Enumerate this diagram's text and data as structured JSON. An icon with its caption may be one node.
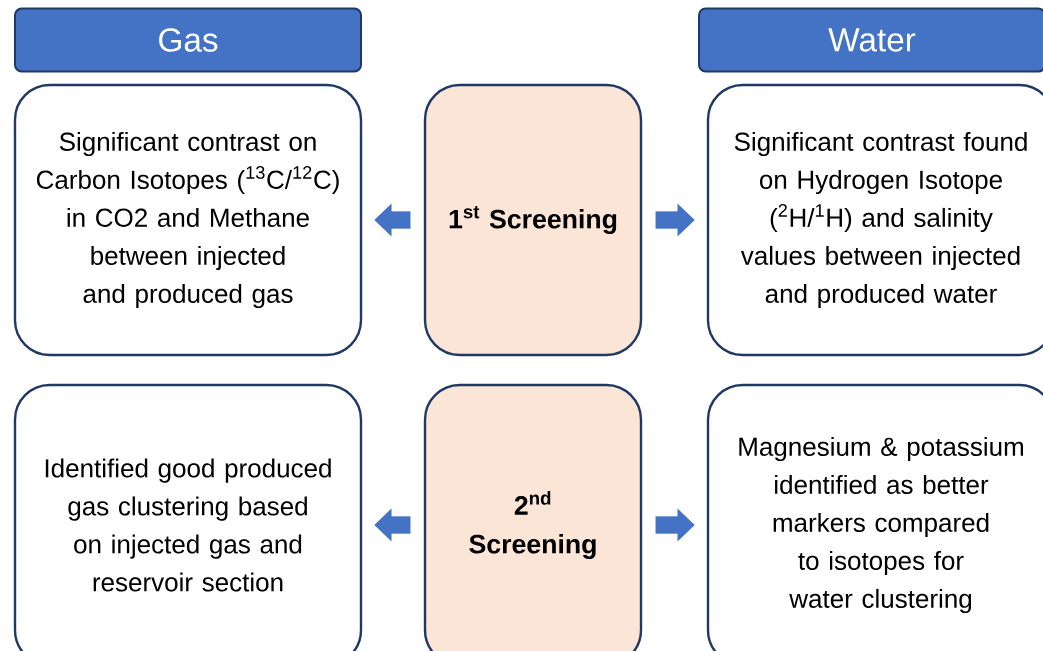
{
  "diagram": {
    "nodes": [
      {
        "text": [
          "Gas"
        ]
      },
      {
        "text": [
          "Water"
        ]
      },
      {
        "text": [
          "Significant contrast on Carbon Isotopes ($^{13}$C/$^{12}$C) in CO2 and Methane between injected and produced gas"
        ]
      },
      {
        "text": [
          "1$^{st}$ Screening"
        ]
      },
      {
        "text": [
          "Significant contrast found on Hydrogen Isotope ($^{2}$H/$^{1}$H) and salinity values between injected and produced water"
        ]
      },
      {
        "text": [
          "Identified good produced gas clustering based on injected gas and reservoir section"
        ]
      },
      {
        "text": [
          "2$^{nd}$ Screening"
        ]
      },
      {
        "text": [
          "Magnesium & potassium identified as better markers compared to isotopes for water clustering"
        ]
      }
    ],
    "edges": [
      {
        "from": 3,
        "to": 2,
        "arrow": "to"
      },
      {
        "from": 3,
        "to": 4,
        "arrow": "to"
      },
      {
        "from": 6,
        "to": 5,
        "arrow": "to"
      },
      {
        "from": 6,
        "to": 7,
        "arrow": "to"
      }
    ]
  }
}
